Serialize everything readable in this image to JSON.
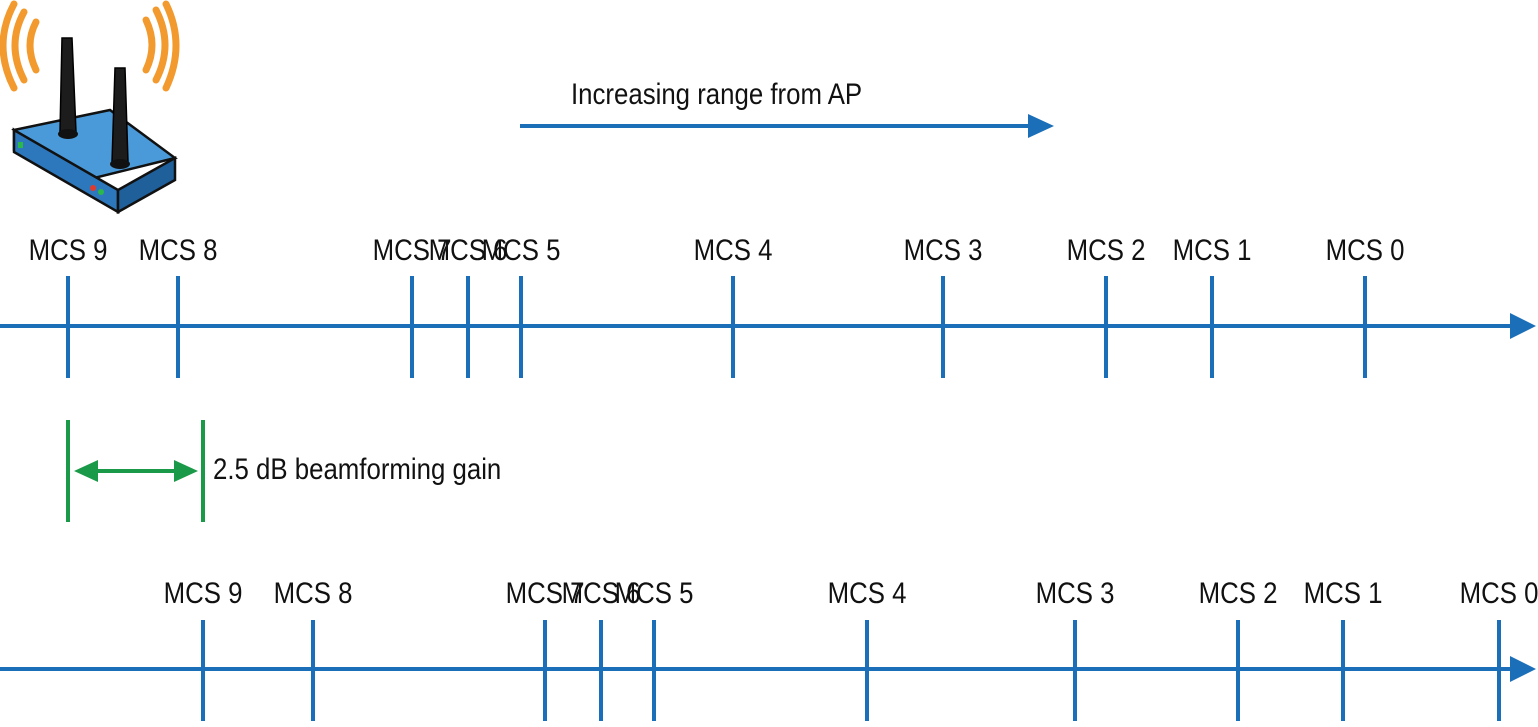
{
  "colors": {
    "axis": "#1a6fb8",
    "gain": "#1a9a48",
    "antenna_waves": "#f29a2e",
    "router_body": "#3d8fd4",
    "text": "#111111"
  },
  "range_arrow": {
    "label": "Increasing range from AP"
  },
  "beamforming": {
    "label": "2.5 dB beamforming gain"
  },
  "scales": [
    {
      "name": "without-beamforming",
      "ticks": [
        "MCS 9",
        "MCS 8",
        "MCS 7",
        "MCS 6",
        "MCS 5",
        "MCS 4",
        "MCS 3",
        "MCS 2",
        "MCS 1",
        "MCS 0"
      ]
    },
    {
      "name": "with-beamforming",
      "ticks": [
        "MCS 9",
        "MCS 8",
        "MCS 7",
        "MCS 6",
        "MCS 5",
        "MCS 4",
        "MCS 3",
        "MCS 2",
        "MCS 1",
        "MCS 0"
      ]
    }
  ],
  "icons": {
    "access_point": "wireless-router-icon"
  }
}
